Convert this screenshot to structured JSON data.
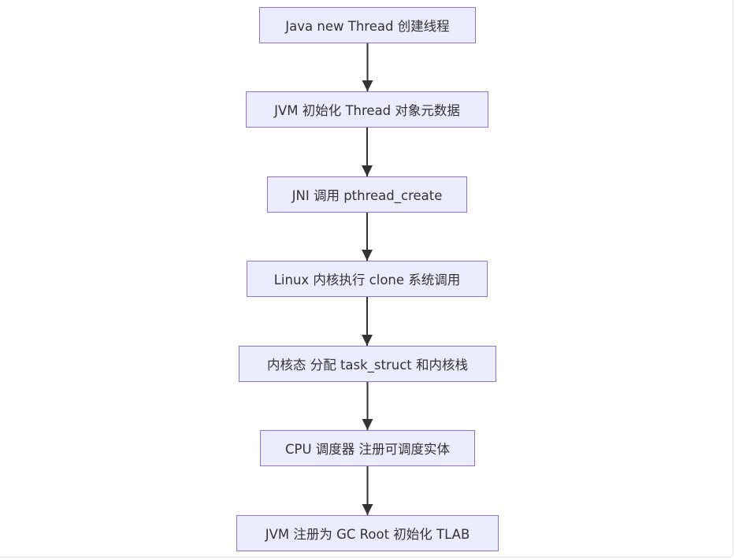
{
  "diagram": {
    "type": "flowchart",
    "direction": "top-to-bottom",
    "colors": {
      "node_fill": "#ececff",
      "node_border": "#9370db",
      "text": "#333333",
      "edge": "#333333"
    },
    "nodes": [
      {
        "id": "n1",
        "label": "Java new Thread 创建线程"
      },
      {
        "id": "n2",
        "label": "JVM 初始化 Thread 对象元数据"
      },
      {
        "id": "n3",
        "label": "JNI 调用 pthread_create"
      },
      {
        "id": "n4",
        "label": "Linux 内核执行 clone 系统调用"
      },
      {
        "id": "n5",
        "label": "内核态 分配 task_struct 和内核栈"
      },
      {
        "id": "n6",
        "label": "CPU 调度器 注册可调度实体"
      },
      {
        "id": "n7",
        "label": "JVM 注册为 GC Root 初始化 TLAB"
      }
    ],
    "edges": [
      {
        "from": "n1",
        "to": "n2"
      },
      {
        "from": "n2",
        "to": "n3"
      },
      {
        "from": "n3",
        "to": "n4"
      },
      {
        "from": "n4",
        "to": "n5"
      },
      {
        "from": "n5",
        "to": "n6"
      },
      {
        "from": "n6",
        "to": "n7"
      }
    ]
  }
}
